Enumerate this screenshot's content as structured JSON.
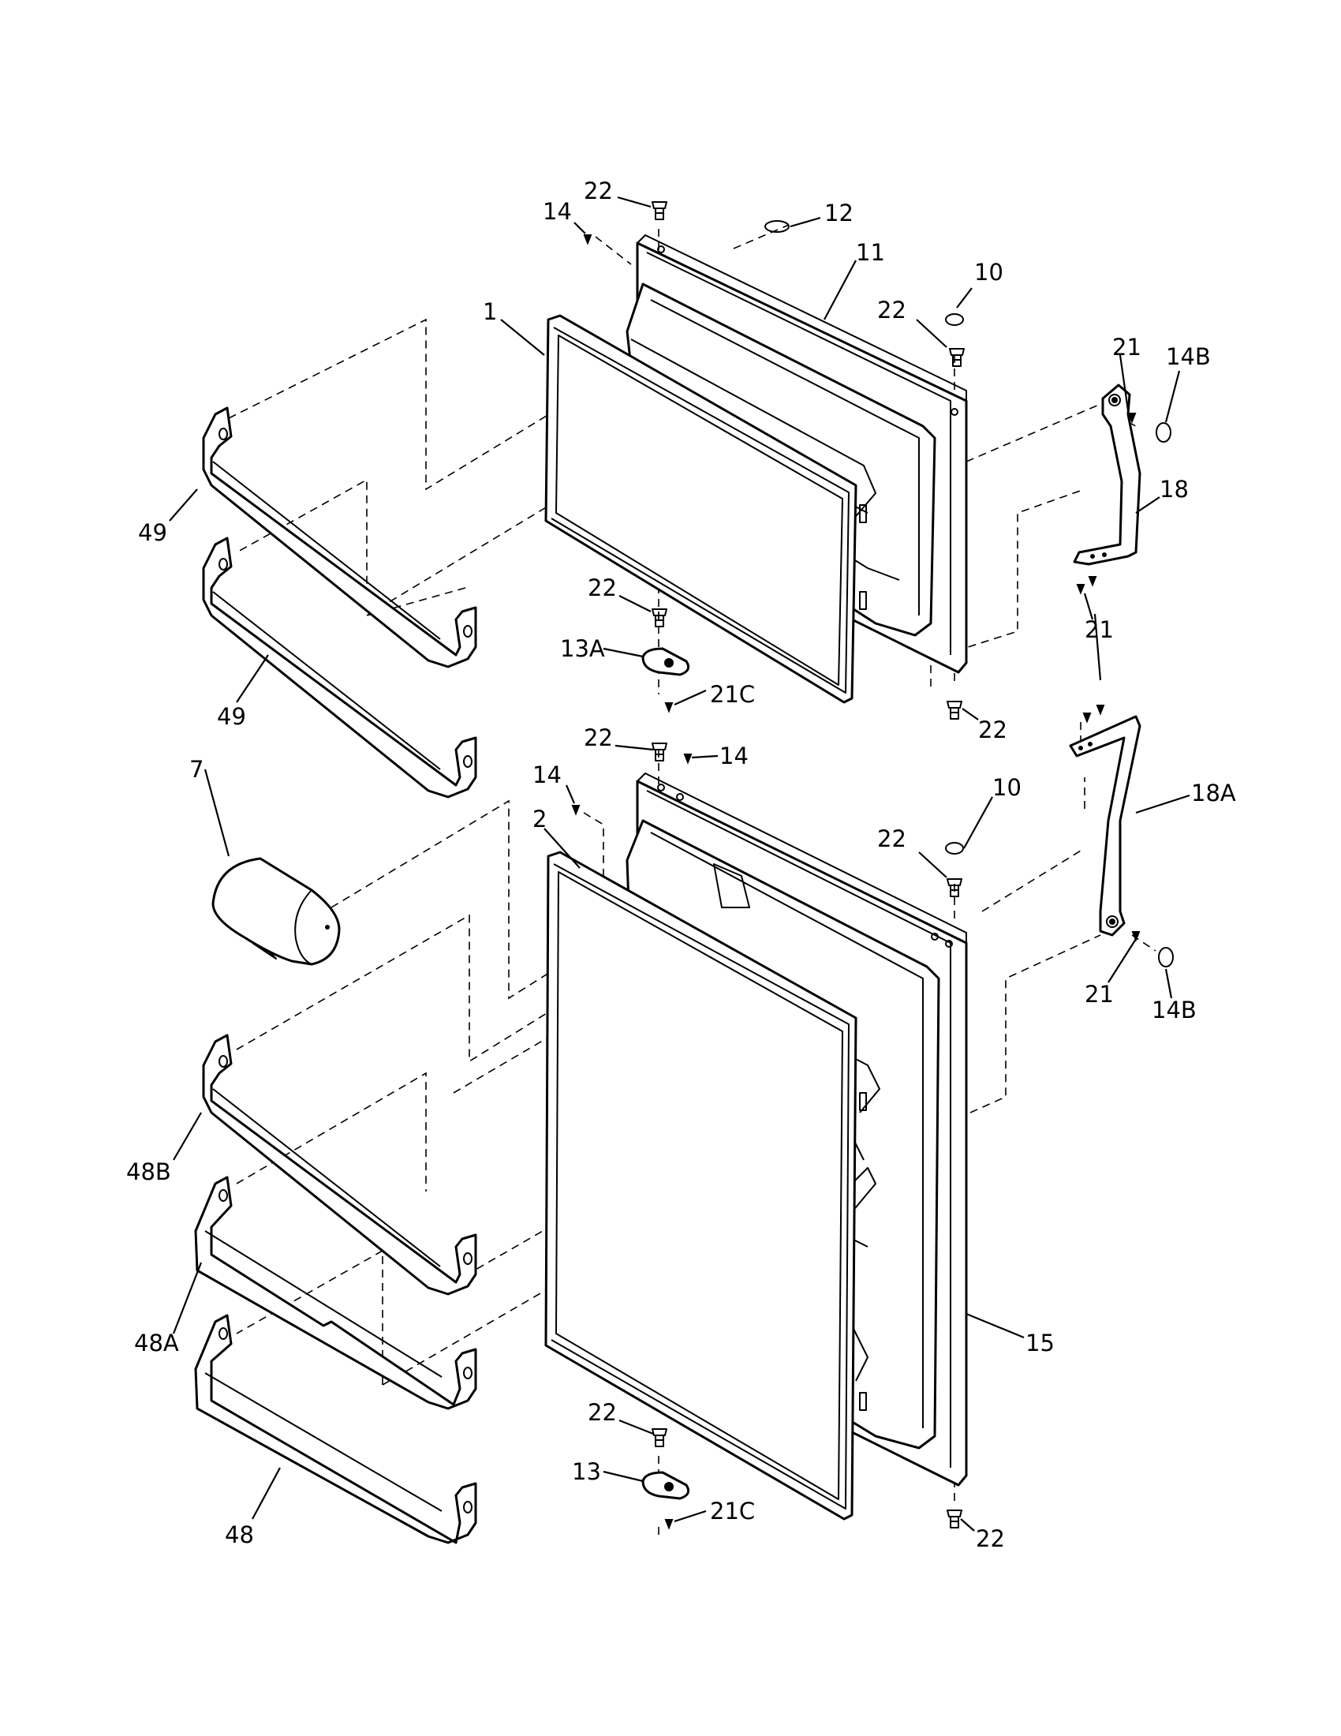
{
  "colors": {
    "ink": "#000000",
    "paper": "#ffffff"
  },
  "diagram": {
    "callouts": {
      "c1": "1",
      "c2": "2",
      "c7": "7",
      "c10a": "10",
      "c10b": "10",
      "c11": "11",
      "c12": "12",
      "c13": "13",
      "c13a": "13A",
      "c14a": "14",
      "c14b": "14",
      "c14c": "14",
      "c14ba": "14B",
      "c14bb": "14B",
      "c15": "15",
      "c18": "18",
      "c18a": "18A",
      "c21a": "21",
      "c21b": "21",
      "c21c": "21",
      "c21ca": "21C",
      "c21cb": "21C",
      "c22a": "22",
      "c22b": "22",
      "c22c": "22",
      "c22d": "22",
      "c22e": "22",
      "c22f": "22",
      "c22g": "22",
      "c22h": "22",
      "c48": "48",
      "c48a": "48A",
      "c48b": "48B",
      "c49a": "49",
      "c49b": "49"
    }
  }
}
